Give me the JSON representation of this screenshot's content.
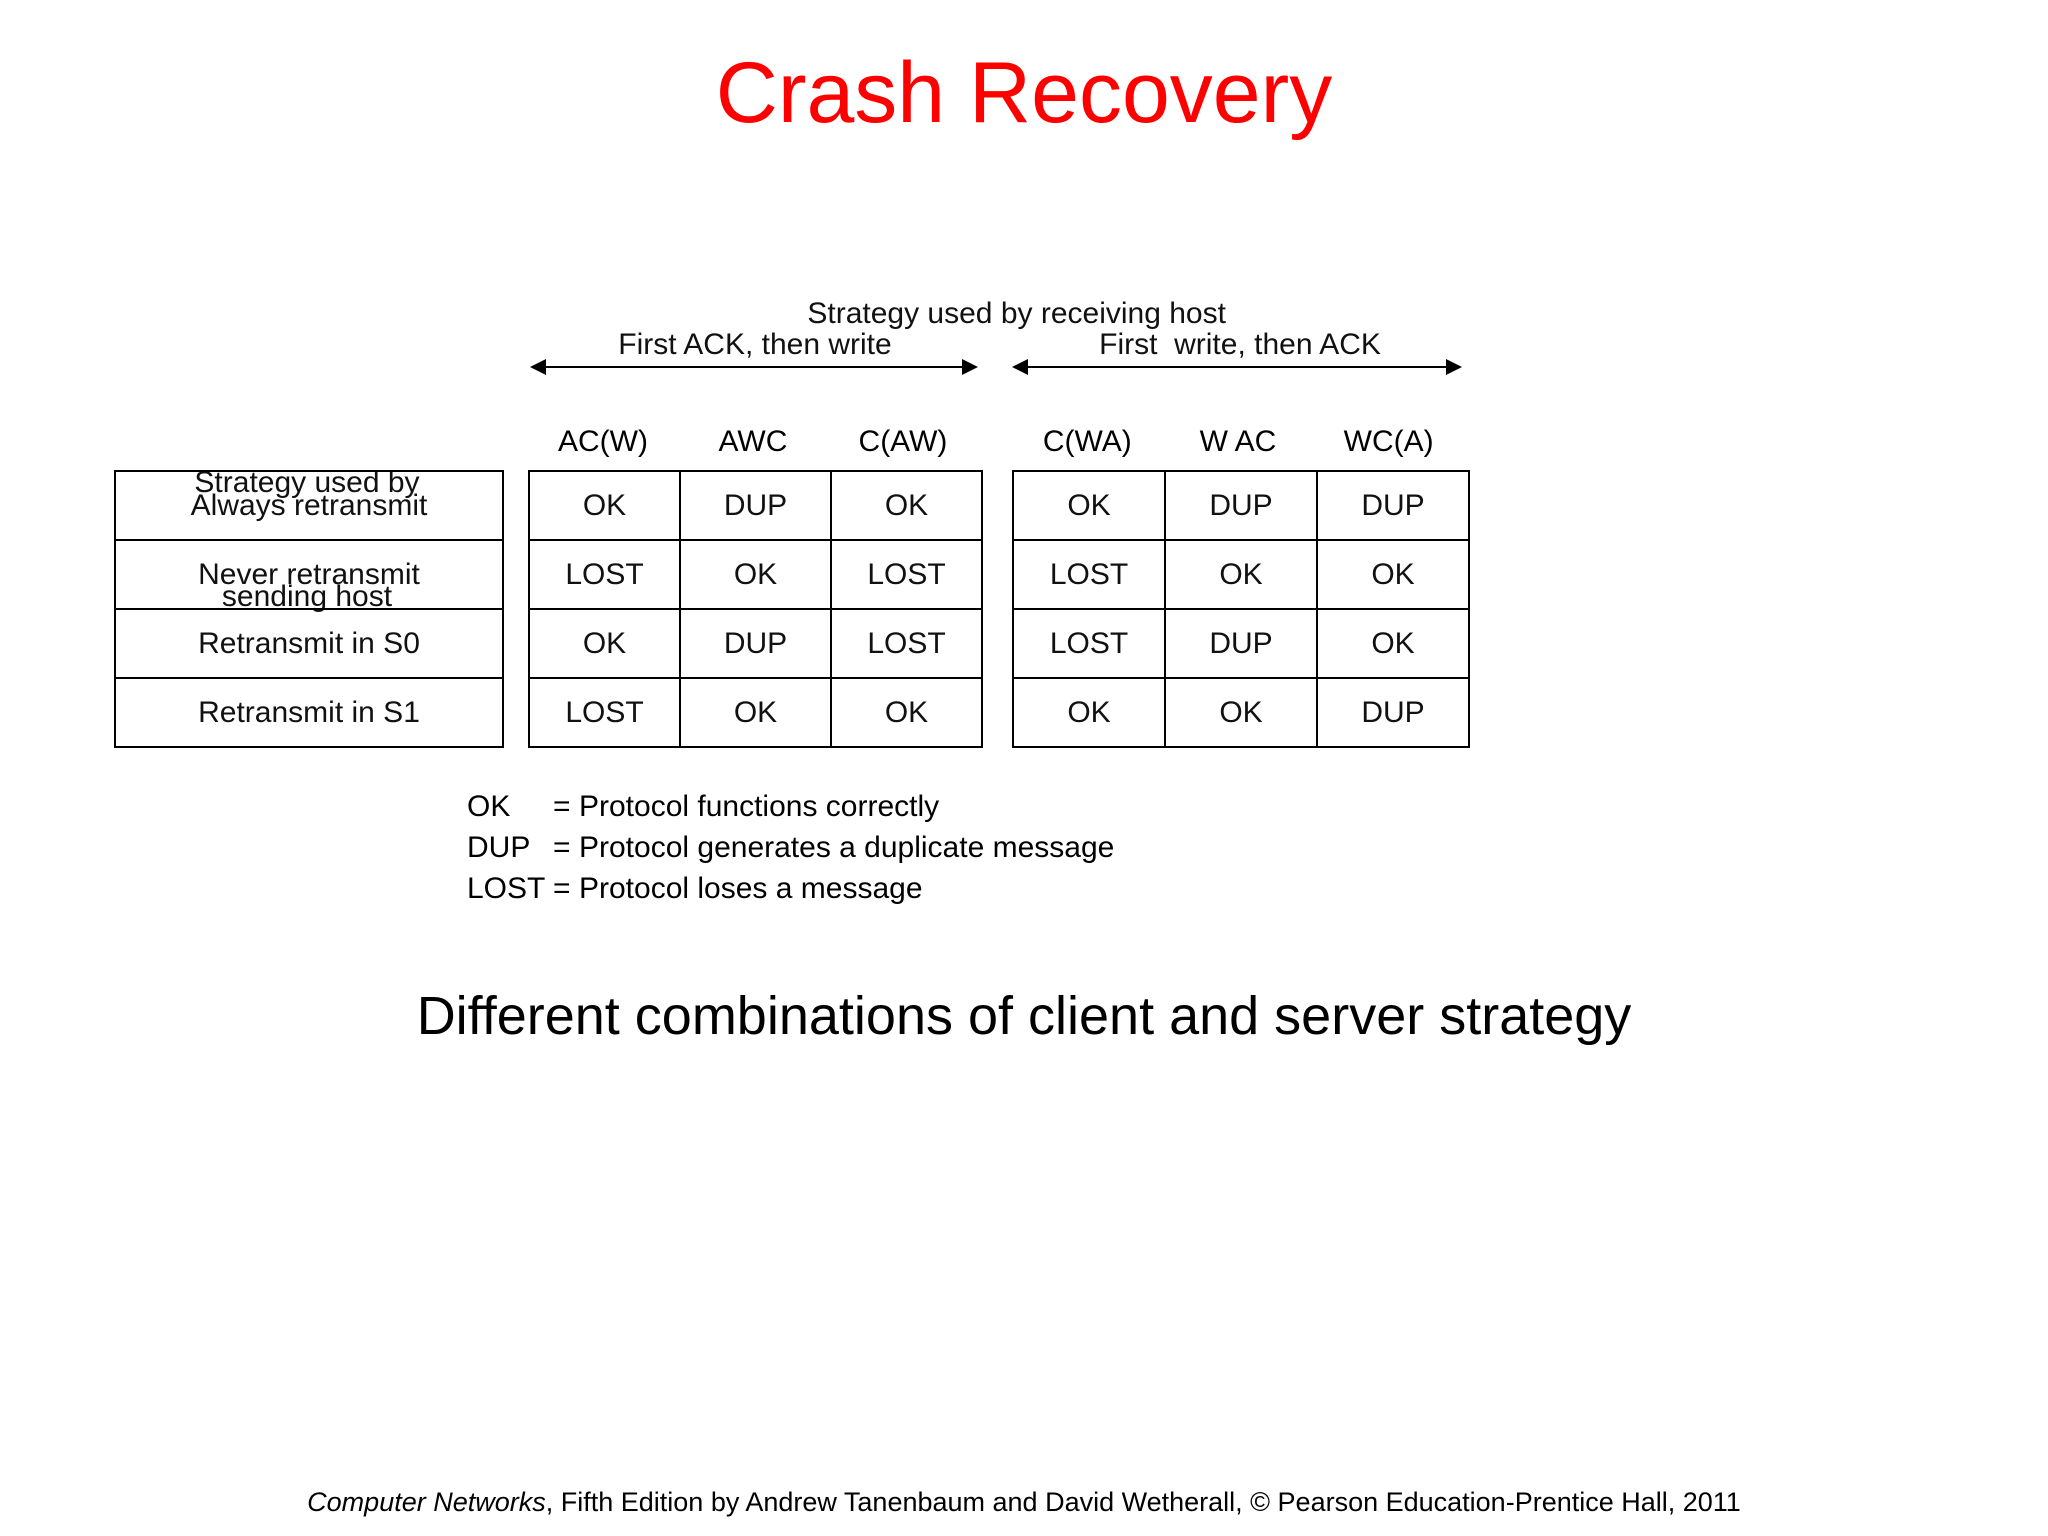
{
  "slide": {
    "title": "Crash Recovery",
    "title_color": "#ff0000",
    "caption": "Different combinations of client and server strategy",
    "footer": {
      "book": "Computer Networks",
      "rest": ", Fifth Edition by Andrew Tanenbaum and David Wetherall, © Pearson Education-Prentice Hall, 2011"
    }
  },
  "figure": {
    "receiving_host_label": "Strategy used by receiving host",
    "sending_host_label_line1": "Strategy used by",
    "sending_host_label_line2": "sending host",
    "groups": [
      {
        "label": "First ACK, then write",
        "columns": [
          "AC(W)",
          "AWC",
          "C(AW)"
        ]
      },
      {
        "label": "First  write, then ACK",
        "columns": [
          "C(WA)",
          "W AC",
          "WC(A)"
        ]
      }
    ],
    "row_labels": [
      "Always retransmit",
      "Never retransmit",
      "Retransmit in S0",
      "Retransmit in S1"
    ],
    "legend": [
      {
        "key": "OK",
        "eq": "=",
        "desc": "Protocol functions correctly"
      },
      {
        "key": "DUP",
        "eq": "=",
        "desc": "Protocol generates a duplicate message"
      },
      {
        "key": "LOST",
        "eq": "=",
        "desc": "Protocol loses a message"
      }
    ]
  },
  "chart_data": {
    "type": "table",
    "title": "Crash Recovery",
    "subtitle": "Different combinations of client and server strategy",
    "row_header": "Strategy used by sending host",
    "column_header": "Strategy used by receiving host",
    "column_groups": [
      {
        "name": "First ACK, then write",
        "columns": [
          "AC(W)",
          "AWC",
          "C(AW)"
        ]
      },
      {
        "name": "First  write, then ACK",
        "columns": [
          "C(WA)",
          "W AC",
          "WC(A)"
        ]
      }
    ],
    "categories": [
      "Always retransmit",
      "Never retransmit",
      "Retransmit in S0",
      "Retransmit in S1"
    ],
    "columns": [
      "AC(W)",
      "AWC",
      "C(AW)",
      "C(WA)",
      "W AC",
      "WC(A)"
    ],
    "rows": [
      {
        "label": "Always retransmit",
        "group1": [
          "OK",
          "DUP",
          "OK"
        ],
        "group2": [
          "OK",
          "DUP",
          "DUP"
        ]
      },
      {
        "label": "Never retransmit",
        "group1": [
          "LOST",
          "OK",
          "LOST"
        ],
        "group2": [
          "LOST",
          "OK",
          "OK"
        ]
      },
      {
        "label": "Retransmit in S0",
        "group1": [
          "OK",
          "DUP",
          "LOST"
        ],
        "group2": [
          "LOST",
          "DUP",
          "OK"
        ]
      },
      {
        "label": "Retransmit in S1",
        "group1": [
          "LOST",
          "OK",
          "OK"
        ],
        "group2": [
          "OK",
          "OK",
          "DUP"
        ]
      }
    ],
    "value_legend": {
      "OK": "Protocol functions correctly",
      "DUP": "Protocol generates a duplicate message",
      "LOST": "Protocol loses a message"
    }
  }
}
